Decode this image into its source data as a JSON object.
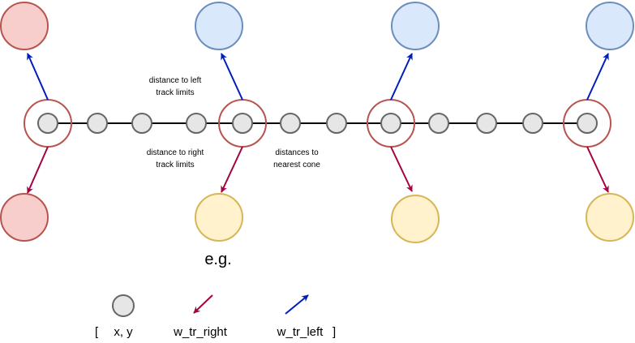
{
  "annotations": {
    "left_limits_line1": "distance to left",
    "left_limits_line2": "track limits",
    "right_limits_line1": "distance to right",
    "right_limits_line2": "track limits",
    "cone_line1": "distances to",
    "cone_line2": "nearest cone",
    "example": "e.g."
  },
  "legend": {
    "open_bracket": "[",
    "xy": "x, y",
    "w_tr_right": "w_tr_right",
    "w_tr_left": "w_tr_left",
    "close_bracket": "]"
  },
  "colors": {
    "track_line": "#000000",
    "point_fill": "#e6e6e6",
    "point_stroke": "#666666",
    "ring_stroke": "#b85450",
    "red_cone_fill": "#f8cecc",
    "red_cone_stroke": "#b85450",
    "blue_cone_fill": "#dae8fc",
    "blue_cone_stroke": "#6c8ebf",
    "yellow_cone_fill": "#fff2cc",
    "yellow_cone_stroke": "#d6b656",
    "left_arrow": "#001dbc",
    "right_arrow": "#a50040"
  }
}
